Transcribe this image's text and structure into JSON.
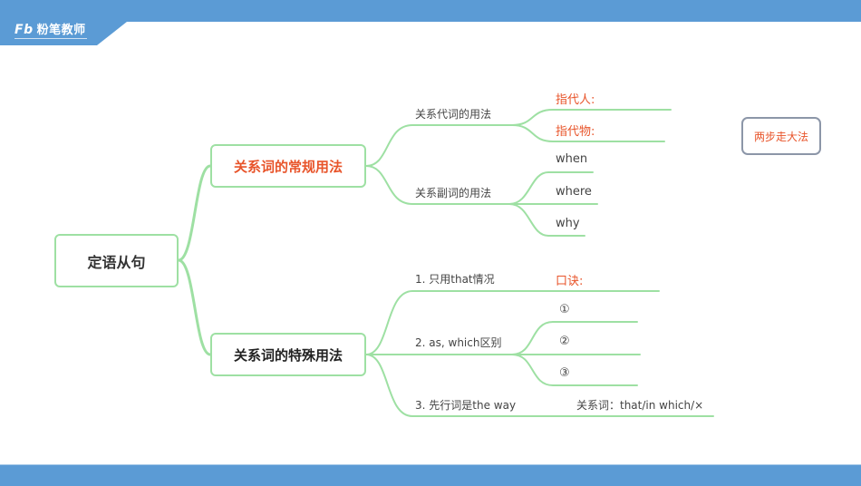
{
  "header": {
    "logo_mark": "Fb",
    "logo_text": "粉笔教师",
    "bar_color": "#5b9bd5"
  },
  "colors": {
    "connector": "#9ee0a3",
    "highlight": "#e8542a",
    "callout_border": "#8c96a8"
  },
  "mindmap": {
    "root": "定语从句",
    "branches": [
      {
        "label": "关系词的常规用法",
        "color": "#e8542a",
        "children": [
          {
            "label": "关系代词的用法",
            "children": [
              "指代人:",
              "指代物:"
            ]
          },
          {
            "label": "关系副词的用法",
            "children": [
              "when",
              "where",
              "why"
            ]
          }
        ]
      },
      {
        "label": "关系词的特殊用法",
        "color": "#222222",
        "children": [
          {
            "label": "1. 只用that情况",
            "children": [
              "口诀:"
            ]
          },
          {
            "label": "2. as, which区别",
            "children": [
              "①",
              "②",
              "③"
            ]
          },
          {
            "label": "3. 先行词是the way",
            "children": [
              "关系词：that/in which/×"
            ]
          }
        ]
      }
    ]
  },
  "callout": {
    "label": "两步走大法"
  }
}
